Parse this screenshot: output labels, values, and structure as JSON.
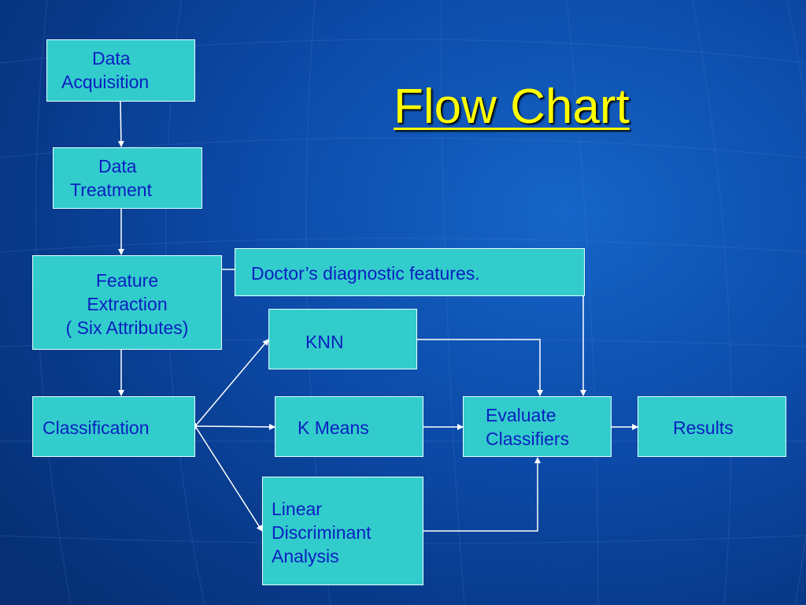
{
  "title": "Flow Chart",
  "colors": {
    "box_fill": "#33cccc",
    "box_text": "#0a1fc0",
    "title": "#ffff00",
    "connector": "#ffffff",
    "background": "#0c4aa8"
  },
  "nodes": {
    "data_acquisition": {
      "lines": [
        "Data",
        "Acquisition"
      ]
    },
    "data_treatment": {
      "lines": [
        "Data",
        "Treatment"
      ]
    },
    "feature_extraction": {
      "lines": [
        "Feature",
        "Extraction",
        "( Six Attributes)"
      ]
    },
    "doctor_features": {
      "lines": [
        "Doctor’s diagnostic features."
      ]
    },
    "knn": {
      "lines": [
        "KNN"
      ]
    },
    "classification": {
      "lines": [
        "Classification"
      ]
    },
    "k_means": {
      "lines": [
        "K Means"
      ]
    },
    "evaluate_classifiers": {
      "lines": [
        "Evaluate",
        "Classifiers"
      ]
    },
    "results": {
      "lines": [
        "Results"
      ]
    },
    "lda": {
      "lines": [
        "Linear",
        "Discriminant",
        "Analysis"
      ]
    }
  }
}
